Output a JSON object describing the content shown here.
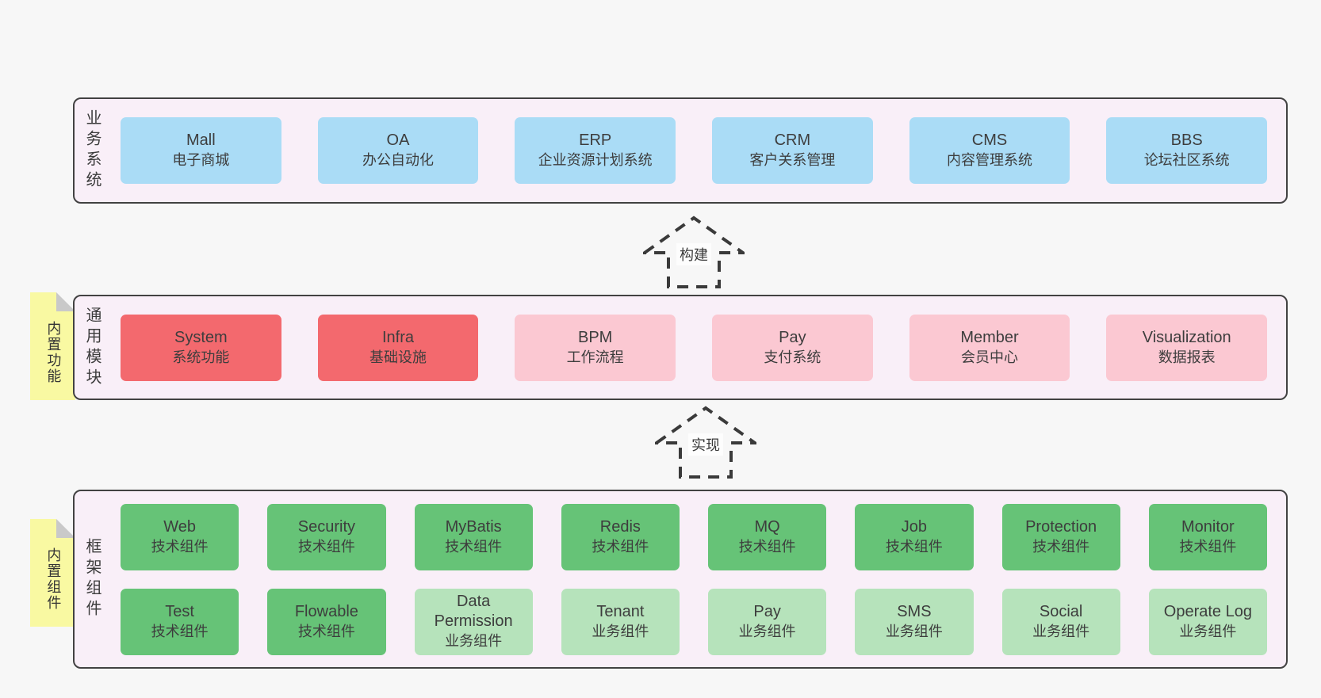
{
  "diagram": {
    "arrows": [
      {
        "label": "构建"
      },
      {
        "label": "实现"
      }
    ],
    "bands": [
      {
        "label": "业务系统",
        "boxes": [
          {
            "name": "Mall",
            "desc": "电子商城"
          },
          {
            "name": "OA",
            "desc": "办公自动化"
          },
          {
            "name": "ERP",
            "desc": "企业资源计划系统"
          },
          {
            "name": "CRM",
            "desc": "客户关系管理"
          },
          {
            "name": "CMS",
            "desc": "内容管理系统"
          },
          {
            "name": "BBS",
            "desc": "论坛社区系统"
          }
        ]
      },
      {
        "label": "通用模块",
        "sticky": "内置功能",
        "boxes": [
          {
            "name": "System",
            "desc": "系统功能"
          },
          {
            "name": "Infra",
            "desc": "基础设施"
          },
          {
            "name": "BPM",
            "desc": "工作流程"
          },
          {
            "name": "Pay",
            "desc": "支付系统"
          },
          {
            "name": "Member",
            "desc": "会员中心"
          },
          {
            "name": "Visualization",
            "desc": "数据报表"
          }
        ]
      },
      {
        "label": "框架组件",
        "sticky": "内置组件",
        "rows": [
          [
            {
              "name": "Web",
              "desc": "技术组件"
            },
            {
              "name": "Security",
              "desc": "技术组件"
            },
            {
              "name": "MyBatis",
              "desc": "技术组件"
            },
            {
              "name": "Redis",
              "desc": "技术组件"
            },
            {
              "name": "MQ",
              "desc": "技术组件"
            },
            {
              "name": "Job",
              "desc": "技术组件"
            },
            {
              "name": "Protection",
              "desc": "技术组件"
            },
            {
              "name": "Monitor",
              "desc": "技术组件"
            }
          ],
          [
            {
              "name": "Test",
              "desc": "技术组件"
            },
            {
              "name": "Flowable",
              "desc": "技术组件"
            },
            {
              "name": "Data Permission",
              "desc": "业务组件"
            },
            {
              "name": "Tenant",
              "desc": "业务组件"
            },
            {
              "name": "Pay",
              "desc": "业务组件"
            },
            {
              "name": "SMS",
              "desc": "业务组件"
            },
            {
              "name": "Social",
              "desc": "业务组件"
            },
            {
              "name": "Operate Log",
              "desc": "业务组件"
            }
          ]
        ]
      }
    ],
    "colors": {
      "business_box": "#aadcf6",
      "core_module_box": "#f3696e",
      "optional_module_box": "#fbc8d2",
      "tech_component_box": "#66c377",
      "biz_component_box": "#b6e3bb",
      "band_background": "#f9eff8",
      "sticky_note": "#f9f9a2",
      "page_background": "#f7f7f7"
    }
  }
}
